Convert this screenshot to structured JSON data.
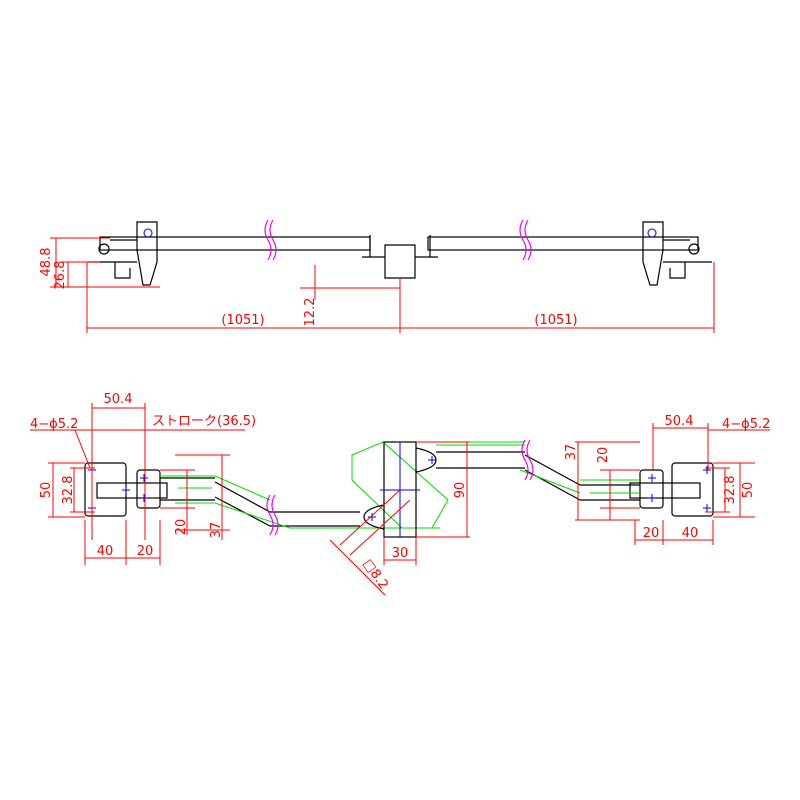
{
  "top_view": {
    "height_total": "48.8",
    "height_lower": "26.8",
    "offset": "12.2",
    "span_left": "(1051)",
    "span_right": "(1051)"
  },
  "left_mount": {
    "pitch": "50.4",
    "holes": "4−ϕ5.2",
    "stroke": "ストローク(36.5)",
    "height": "50",
    "hole_pitch": "32.8",
    "width": "40",
    "bracket_width": "20",
    "inner": "20",
    "outer": "37"
  },
  "center_block": {
    "height": "90",
    "width": "30",
    "square": "□8.2"
  },
  "right_mount": {
    "pitch": "50.4",
    "holes": "4−ϕ5.2",
    "outer": "37",
    "inner": "20",
    "hole_pitch": "32.8",
    "height": "50",
    "bracket_width": "20",
    "width": "40"
  }
}
